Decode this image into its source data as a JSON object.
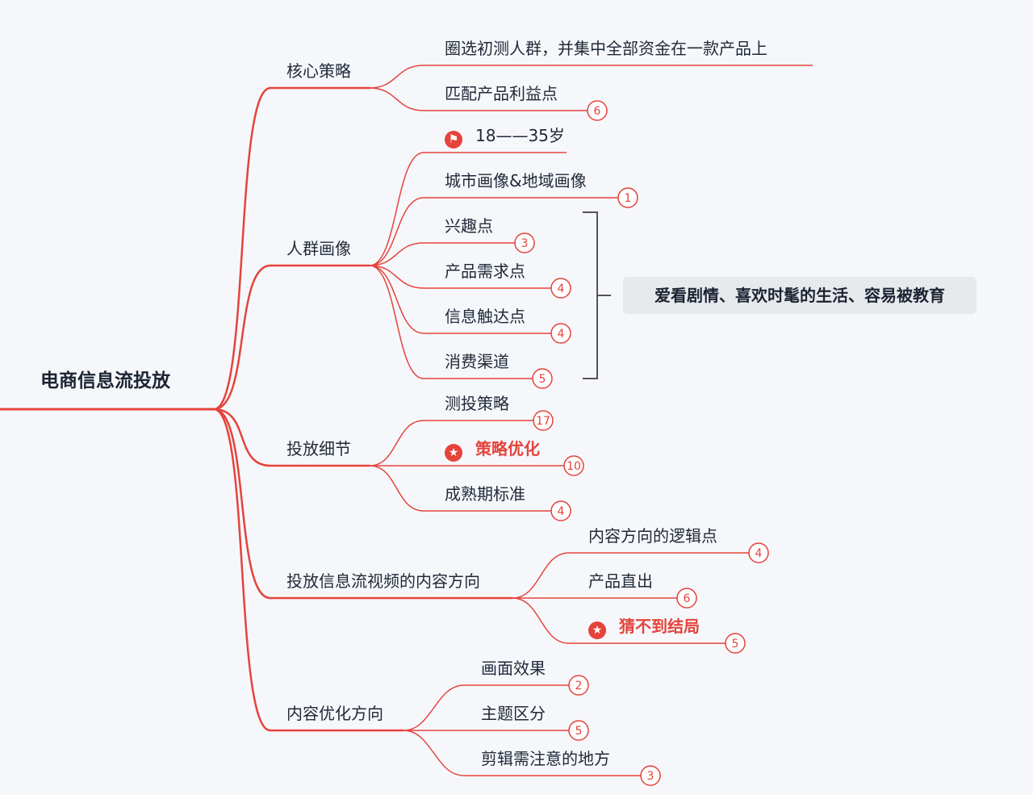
{
  "root": "电商信息流投放",
  "colors": {
    "line": "#e5433b",
    "text": "#1f2937",
    "summary_bg": "#e8e9ec"
  },
  "branches": [
    {
      "label": "核心策略",
      "children": [
        {
          "label": "圈选初测人群，并集中全部资金在一款产品上"
        },
        {
          "label": "匹配产品利益点",
          "count": "6"
        }
      ]
    },
    {
      "label": "人群画像",
      "children": [
        {
          "label": "18——35岁",
          "icon": "flag-icon"
        },
        {
          "label": "城市画像&地域画像",
          "count": "1"
        },
        {
          "label": "兴趣点",
          "count": "3"
        },
        {
          "label": "产品需求点",
          "count": "4"
        },
        {
          "label": "信息触达点",
          "count": "4"
        },
        {
          "label": "消费渠道",
          "count": "5"
        }
      ]
    },
    {
      "label": "投放细节",
      "children": [
        {
          "label": "测投策略",
          "count": "17"
        },
        {
          "label": "策略优化",
          "count": "10",
          "icon": "star-icon",
          "highlight": true
        },
        {
          "label": "成熟期标准",
          "count": "4"
        }
      ]
    },
    {
      "label": "投放信息流视频的内容方向",
      "children": [
        {
          "label": "内容方向的逻辑点",
          "count": "4"
        },
        {
          "label": "产品直出",
          "count": "6"
        },
        {
          "label": "猜不到结局",
          "count": "5",
          "icon": "star-icon",
          "highlight": true
        }
      ]
    },
    {
      "label": "内容优化方向",
      "children": [
        {
          "label": "画面效果",
          "count": "2"
        },
        {
          "label": "主题区分",
          "count": "5"
        },
        {
          "label": "剪辑需注意的地方",
          "count": "3"
        }
      ]
    }
  ],
  "summary": "爱看剧情、喜欢时髦的生活、容易被教育"
}
